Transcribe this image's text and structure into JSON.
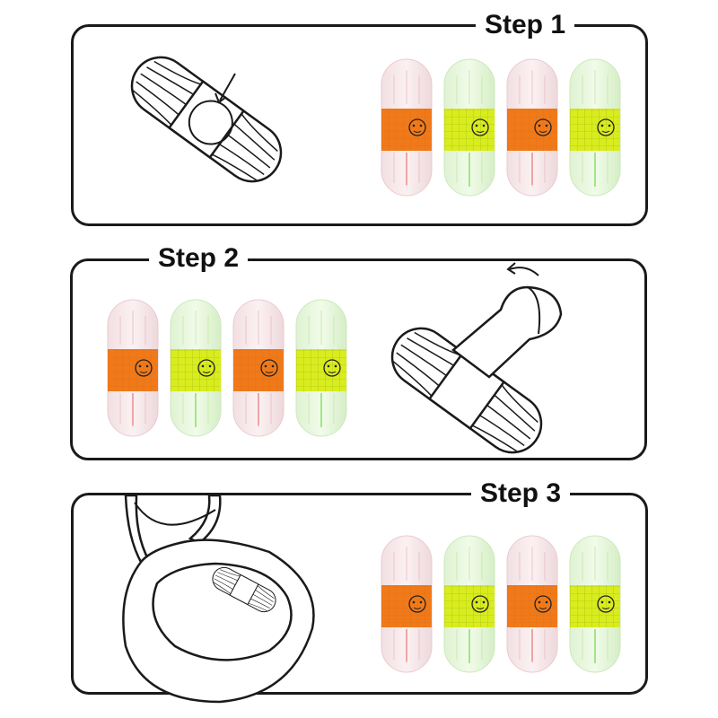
{
  "steps": [
    {
      "label": "Step 1"
    },
    {
      "label": "Step 2"
    },
    {
      "label": "Step 3"
    }
  ],
  "colors": {
    "orange_band": "#f07a1a",
    "green_band": "#d9ec1e",
    "pink_capsule": "#f7e6e8",
    "green_capsule": "#e7f6dc",
    "line": "#1a1a1a"
  },
  "icons": [
    "capsule-outline-icon",
    "arrow-icon",
    "toilet-icon",
    "curved-arrow-icon"
  ]
}
